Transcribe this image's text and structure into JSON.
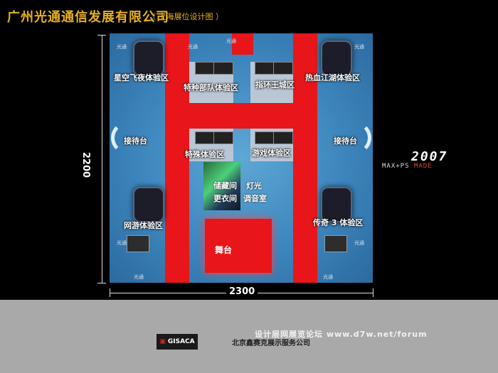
{
  "header": {
    "title": "广州光通通信发展有限公司",
    "subtitle": "（ 上海展位设计图 ）"
  },
  "dimensions": {
    "height_label": "2200",
    "width_label": "2300"
  },
  "branding": {
    "year": "2007",
    "tool_prefix": "MAX+PS ",
    "tool_suffix": "MADE"
  },
  "zones": {
    "top_left": "星空飞夜体验区",
    "top_center_left": "特种部队体验区",
    "top_center_right": "指环王城区",
    "top_right": "热血江湖体验区",
    "left_desk": "接待台",
    "right_desk": "接待台",
    "mid_left": "特殊体验区",
    "mid_right": "游戏体验区",
    "bottom_left": "网游体验区",
    "bottom_right": "传奇 3 体验区",
    "storage": "储藏间",
    "changing": "更衣间",
    "lighting": "灯光",
    "control": "调音室",
    "stage": "舞台"
  },
  "logo_marks": [
    "光通",
    "光通",
    "光通",
    "光通",
    "光通",
    "光通",
    "光通",
    "光通"
  ],
  "footer": {
    "logo": "GISACA",
    "company": "北京鑫赛克展示服务公司",
    "forum": "设计层网展览论坛  www.d7w.net/forum"
  },
  "colors": {
    "accent": "#e8b020",
    "carpet": "#e8161a",
    "floor": "#3d86bd"
  }
}
